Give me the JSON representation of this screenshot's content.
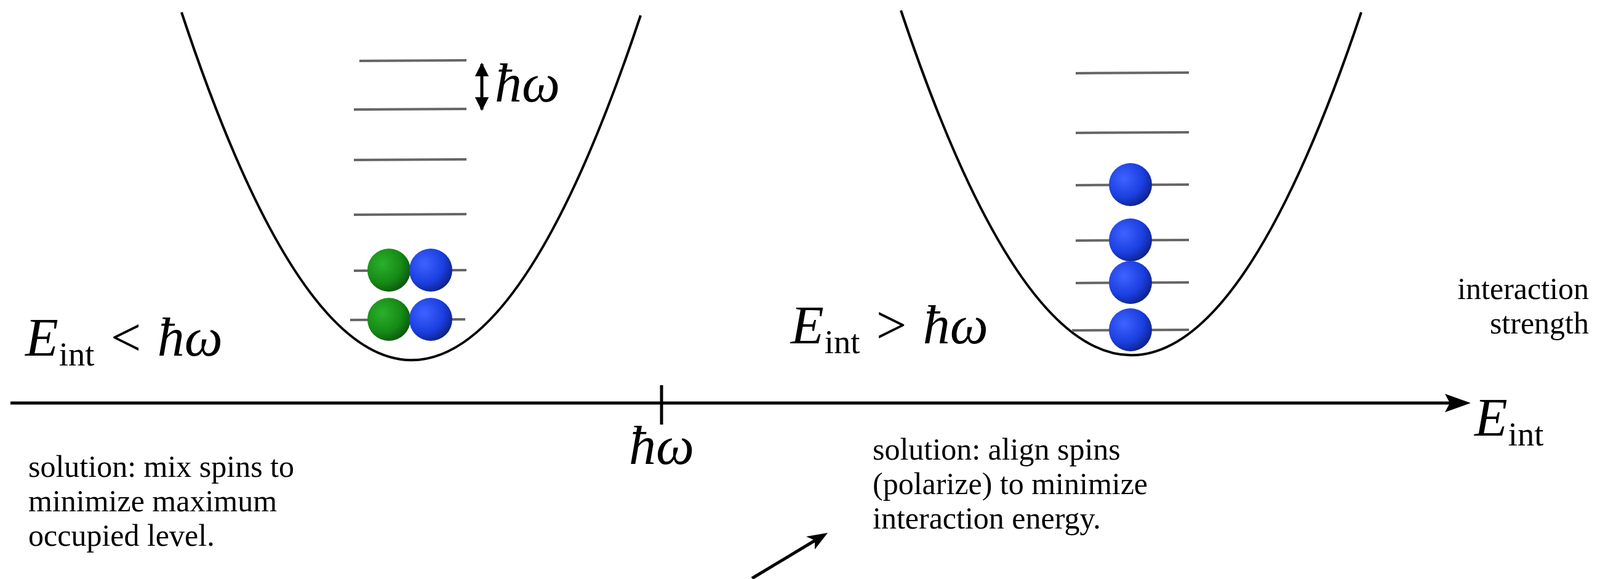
{
  "diagram": {
    "labels": [
      "ħω",
      "E",
      "int",
      "<",
      "ħω",
      "E",
      "int",
      ">",
      "ħω",
      "ħω",
      "interaction strength",
      "E",
      "int",
      "solution: mix spins to minimize maximum occupied level.",
      "solution: align spins (polarize) to minimize interaction energy."
    ]
  }
}
